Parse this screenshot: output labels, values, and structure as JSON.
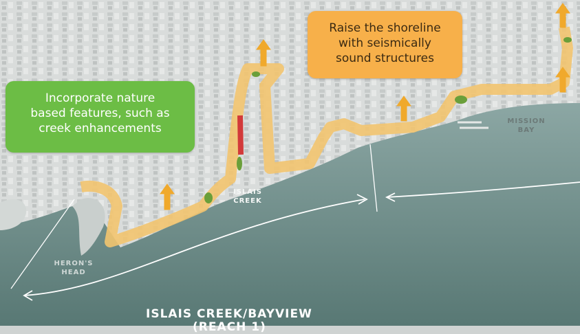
{
  "callouts": {
    "nature": [
      "Incorporate nature",
      "based features, such as",
      "creek enhancements"
    ],
    "shoreline": [
      "Raise the shoreline",
      "with seismically",
      "sound structures"
    ]
  },
  "places": {
    "islais_creek": [
      "ISLAIS",
      "CREEK"
    ],
    "mission_bay": [
      "MISSION",
      "BAY"
    ],
    "herons_head": [
      "HERON'S",
      "HEAD"
    ]
  },
  "reach_label": "ISLAIS CREEK/BAYVIEW",
  "reach_label_cut": "(REACH 1)",
  "colors": {
    "nature_callout": "#6cbd45",
    "shoreline_callout": "#f7b04a",
    "shoreline_band": "#f2c46f",
    "water": "#6f8f8c",
    "green_feature": "#6a9f3a",
    "red_segment": "#d23a3a",
    "raise_arrow": "#f0a92c"
  },
  "icons": [
    "up-arrow-icon",
    "double-arrow-icon"
  ]
}
